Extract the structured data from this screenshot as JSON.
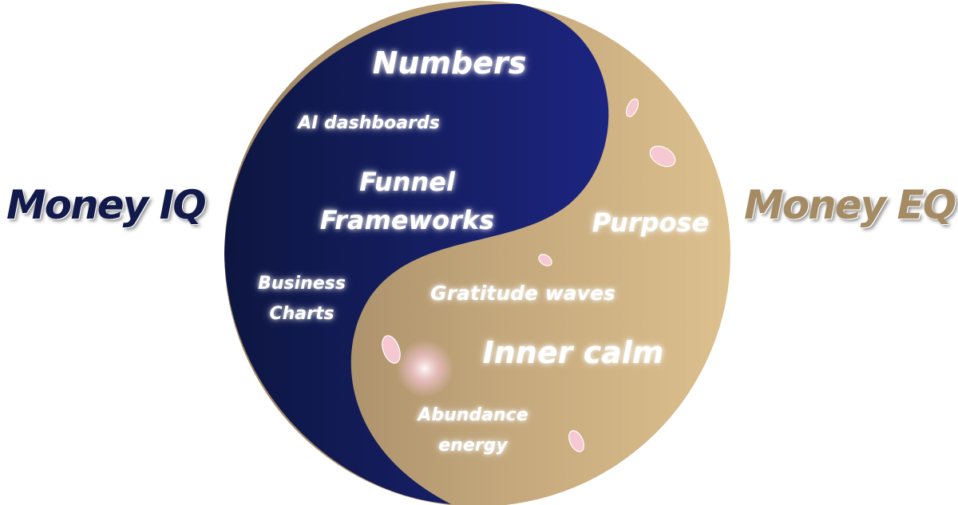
{
  "diagram": {
    "left_label": "Money IQ",
    "right_label": "Money EQ",
    "iq_terms": {
      "numbers": "Numbers",
      "ai_dashboards": "AI dashboards",
      "funnel_line1": "Funnel",
      "funnel_line2": "Frameworks",
      "charts_line1": "Business",
      "charts_line2": "Charts"
    },
    "eq_terms": {
      "purpose": "Purpose",
      "gratitude": "Gratitude waves",
      "inner_calm": "Inner calm",
      "abundance_line1": "Abundance",
      "abundance_line2": "energy"
    },
    "colors": {
      "iq_dark": "#0d1640",
      "iq_light": "#1c2580",
      "eq_dark": "#a48a66",
      "eq_light": "#dcc08e",
      "petal": "#f6c8d2"
    },
    "decoration": "cherry-blossom petals"
  }
}
